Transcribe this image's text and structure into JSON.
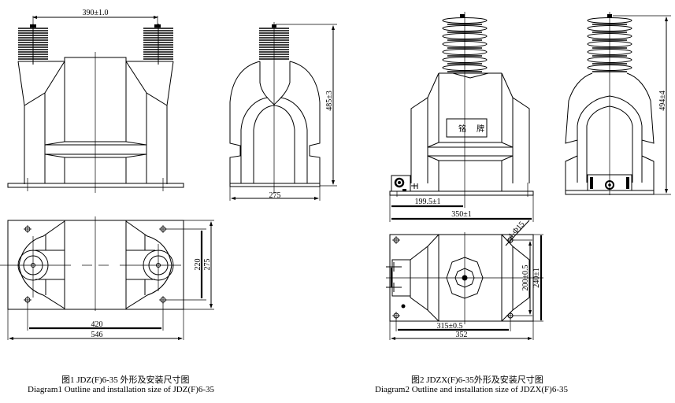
{
  "diagram1": {
    "dims": {
      "terminal_spacing": "390±1.0",
      "height": "485±3",
      "side_width": "275",
      "hole_spacing_x": "420",
      "base_length": "546",
      "hole_spacing_y": "220",
      "base_width": "275"
    },
    "caption_cn": "图1  JDZ(F)6-35 外形及安装尺寸图",
    "caption_en": "Diagram1  Outline and installation size of JDZ(F)6-35"
  },
  "diagram2": {
    "dims": {
      "center_offset": "199.5±1",
      "base_length_front": "350±1",
      "height": "494±4",
      "holes": "4-Φ15",
      "hole_spacing_y": "200±0.5",
      "base_width": "240±1",
      "hole_spacing_x": "315±0.5",
      "base_length": "352"
    },
    "nameplate": [
      "铭",
      "牌"
    ],
    "caption_cn": "图2  JDZX(F)6-35外形及安装尺寸图",
    "caption_en": "Diagram2  Outline  and installation size of JDZX(F)6-35"
  }
}
